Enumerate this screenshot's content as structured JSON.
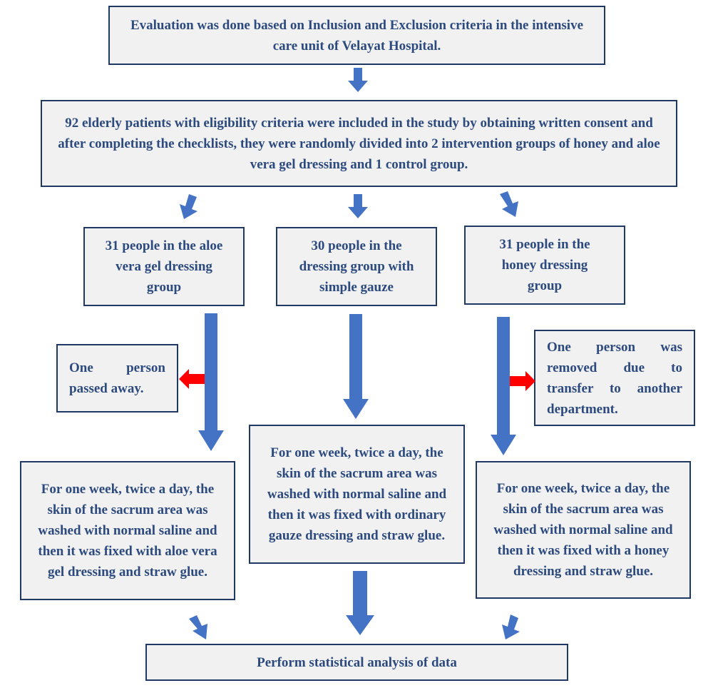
{
  "colors": {
    "box_fill": "#f1f1f1",
    "box_border": "#1f3864",
    "text": "#2c4a7e",
    "flow_arrow": "#4472c4",
    "exclusion_arrow": "#ff0000"
  },
  "flowchart": {
    "evaluation": "Evaluation was done based on Inclusion and Exclusion criteria in the intensive care unit of Velayat Hospital.",
    "enrollment": "92 elderly patients with eligibility criteria were included in the study by obtaining written consent and after completing the checklists, they were randomly divided into 2 intervention groups of honey and aloe vera gel dressing and 1 control group.",
    "groups": {
      "aloe": "31 people in the aloe vera gel dressing group",
      "gauze": "30 people in the dressing group with simple gauze",
      "honey": "31 people in the honey dressing group"
    },
    "exclusions": {
      "aloe": "One person passed away.",
      "honey": "One person was removed due to transfer to another department."
    },
    "interventions": {
      "aloe": "For one week, twice a day, the skin of the sacrum area was washed with normal saline and then it was fixed with aloe vera gel dressing and straw glue.",
      "gauze": "For one week, twice a day, the skin of the sacrum area was washed with normal saline and then it was fixed with ordinary gauze dressing and straw glue.",
      "honey": "For one week, twice a day, the skin of the sacrum area was washed with normal saline and then it was fixed with a honey dressing and straw glue."
    },
    "analysis": "Perform statistical analysis of data"
  }
}
